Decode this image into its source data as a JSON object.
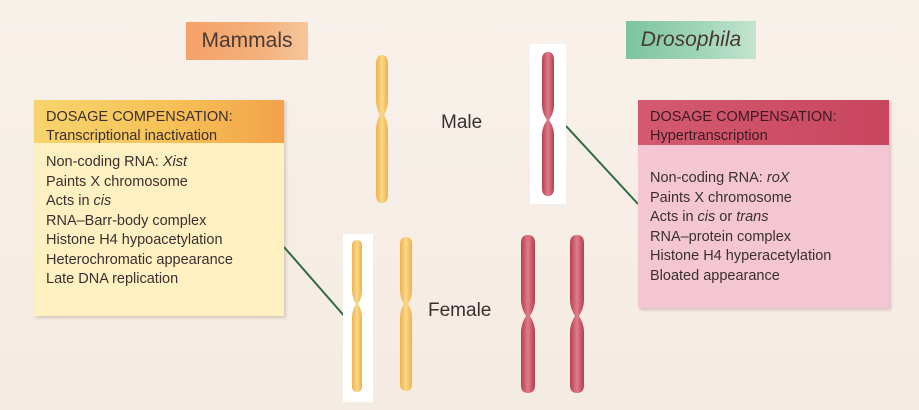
{
  "labels": {
    "mammals": "Mammals",
    "drosophila": "Drosophila",
    "male": "Male",
    "female": "Female"
  },
  "mammals_panel": {
    "heading_line1": "DOSAGE COMPENSATION:",
    "heading_line2": "Transcriptional inactivation",
    "lines": [
      {
        "text": "Non-coding RNA: ",
        "italic": "Xist"
      },
      {
        "text": "Paints X chromosome"
      },
      {
        "text": "Acts in ",
        "italic": "cis"
      },
      {
        "text": "RNA–Barr-body complex"
      },
      {
        "text": "Histone H4 hypoacetylation"
      },
      {
        "text": "Heterochromatic appearance"
      },
      {
        "text": "Late DNA replication"
      }
    ]
  },
  "drosophila_panel": {
    "heading_line1": "DOSAGE COMPENSATION:",
    "heading_line2": "Hypertranscription",
    "lines": [
      {
        "text": "Non-coding RNA: ",
        "italic": "roX"
      },
      {
        "text": "Paints X chromosome"
      },
      {
        "text": "Acts in ",
        "italic": "cis",
        "tail": " or ",
        "italic2": "trans"
      },
      {
        "text": "RNA–protein complex"
      },
      {
        "text": "Histone H4 hyperacetylation"
      },
      {
        "text": "Bloated appearance"
      }
    ]
  },
  "colors": {
    "mammal_chromosome": "#f4c463",
    "fly_chromosome": "#c9566a",
    "connector_line": "#2f6b3f"
  }
}
